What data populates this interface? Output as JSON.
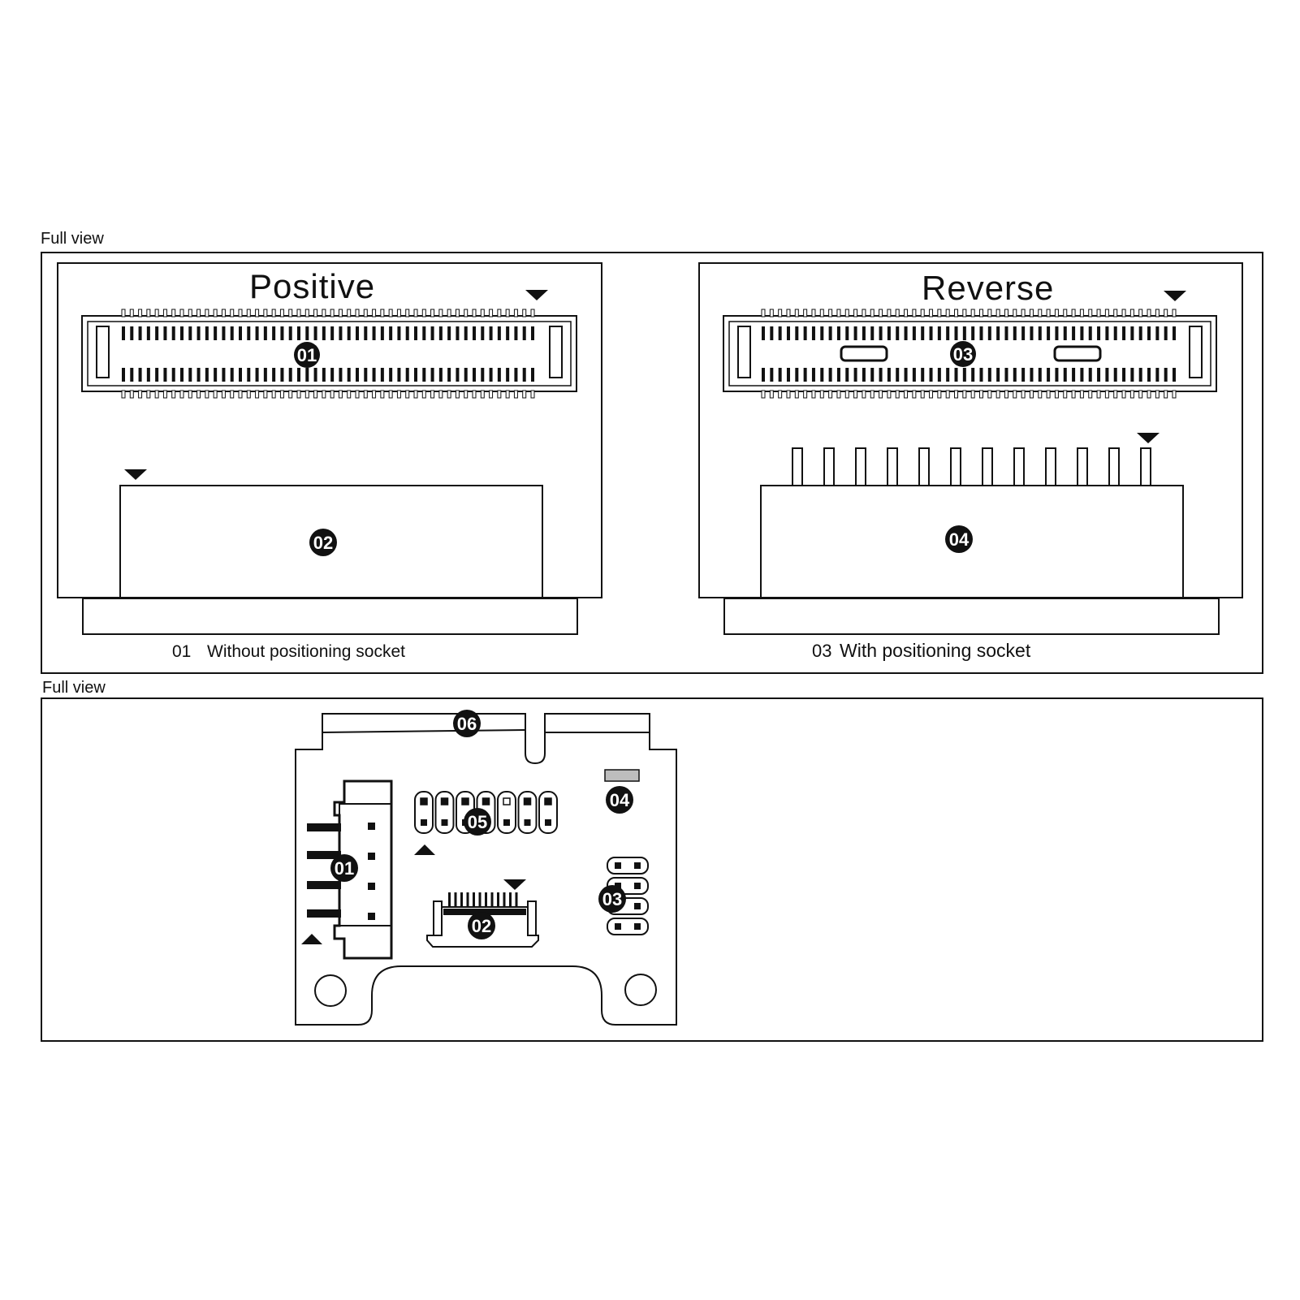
{
  "top_section": {
    "label": "Full view",
    "positive_panel": {
      "title": "Positive",
      "socket_callout": "01",
      "lower_callout": "02"
    },
    "reverse_panel": {
      "title": "Reverse",
      "socket_callout": "03",
      "lower_callout": "04"
    },
    "caption_left": {
      "number": "01",
      "text": "Without positioning socket"
    },
    "caption_right": {
      "number": "03",
      "text": "With positioning socket"
    }
  },
  "bottom_section": {
    "label": "Full view",
    "board_callouts": {
      "power_connector": "01",
      "ffc_connector": "02",
      "jumper_block": "03",
      "led": "04",
      "pin_header": "05",
      "edge_connector": "06"
    }
  },
  "colors": {
    "line": "#111111",
    "fill": "#ffffff",
    "led_fill": "#bdbdbd"
  }
}
